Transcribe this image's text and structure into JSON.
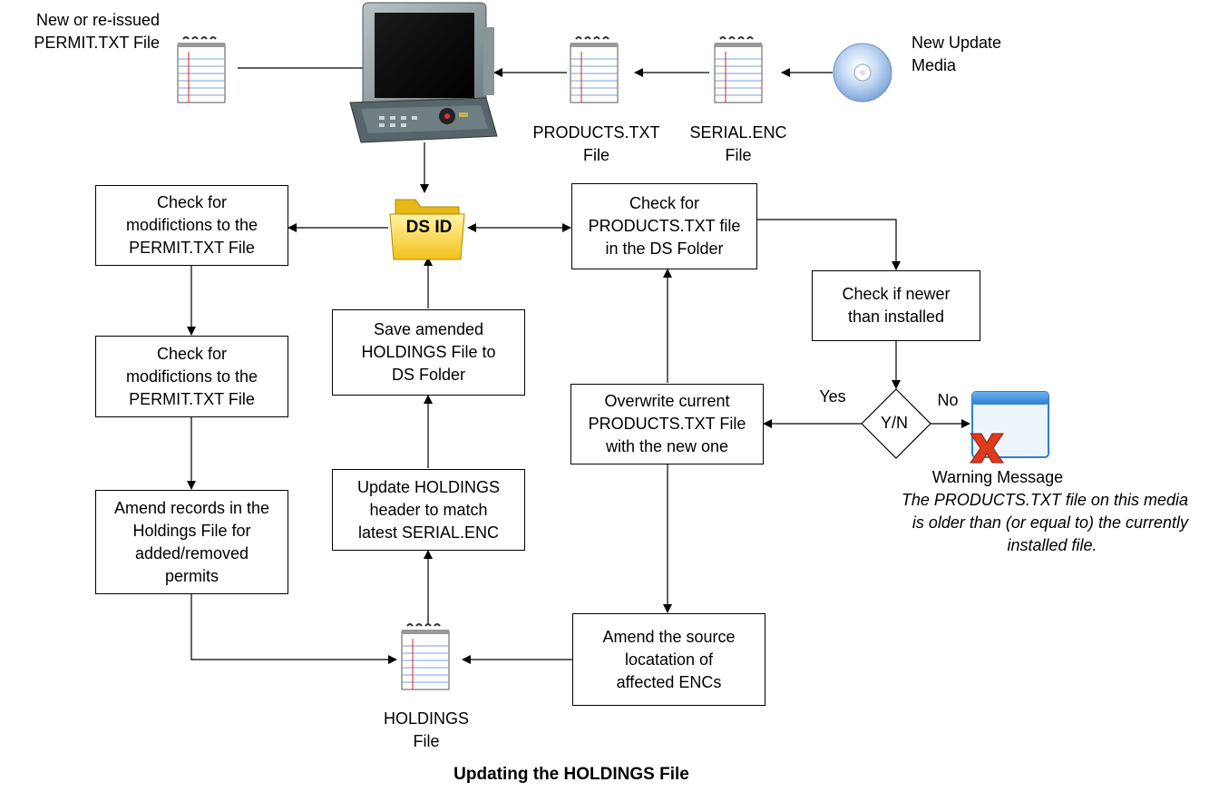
{
  "title": "Updating the HOLDINGS File",
  "inputs": {
    "permit_file": [
      "New or re-issued",
      "PERMIT.TXT File"
    ],
    "new_update_media": [
      "New Update",
      "Media"
    ],
    "products_file": [
      "PRODUCTS.TXT",
      "File"
    ],
    "serial_file": [
      "SERIAL.ENC",
      "File"
    ]
  },
  "ds_folder_label": "DS ID",
  "boxes": {
    "check_permit_1": [
      "Check for",
      "modifictions to the",
      "PERMIT.TXT File"
    ],
    "check_permit_2": [
      "Check for",
      "modifictions to the",
      "PERMIT.TXT File"
    ],
    "amend_records": [
      "Amend records in the",
      "Holdings File for",
      "added/removed",
      "permits"
    ],
    "save_amended": [
      "Save amended",
      "HOLDINGS File to",
      "DS Folder"
    ],
    "update_header": [
      "Update HOLDINGS",
      "header to match",
      "latest SERIAL.ENC"
    ],
    "check_products": [
      "Check for",
      "PRODUCTS.TXT file",
      "in the DS Folder"
    ],
    "check_newer": [
      "Check if newer",
      "than installed"
    ],
    "overwrite": [
      "Overwrite current",
      "PRODUCTS.TXT File",
      "with the new one"
    ],
    "amend_source": [
      "Amend the source",
      "locatation of",
      "affected ENCs"
    ]
  },
  "decision": {
    "label": "Y/N",
    "yes": "Yes",
    "no": "No"
  },
  "warning": {
    "title": "Warning Message",
    "body": [
      "The PRODUCTS.TXT file on this media",
      "is older than (or equal to) the currently",
      "installed file."
    ]
  },
  "holdings_file": [
    "HOLDINGS",
    "File"
  ]
}
